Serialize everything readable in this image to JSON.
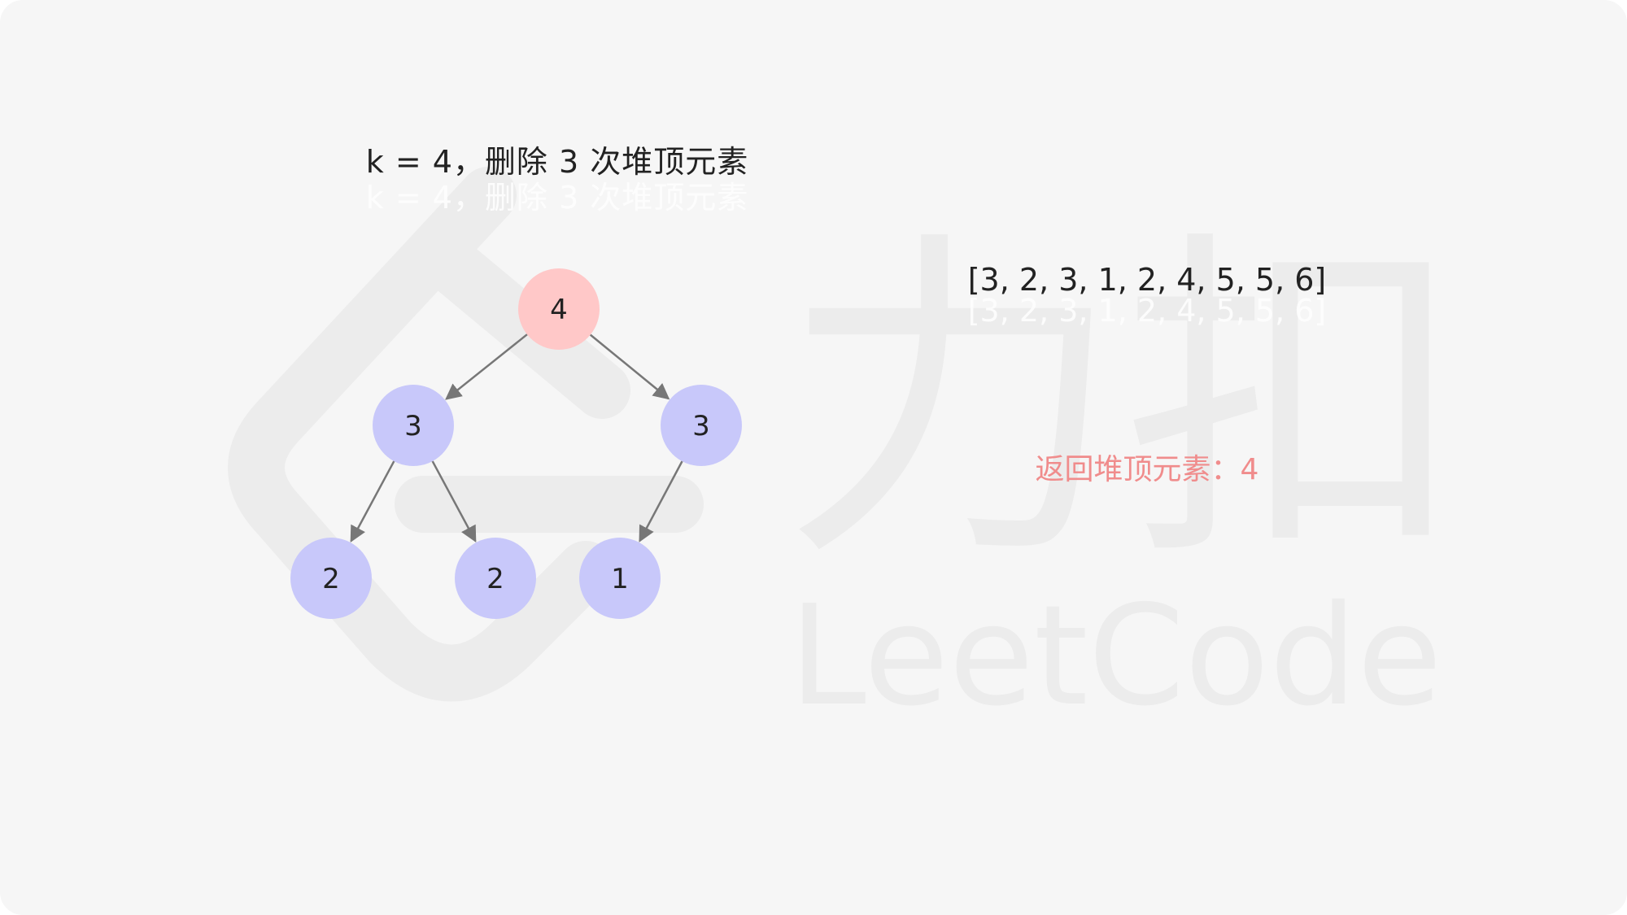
{
  "title": "k = 4，删除 3 次堆顶元素",
  "array_text": "[3, 2, 3, 1, 2, 4, 5, 5, 6]",
  "result_text": "返回堆顶元素：4",
  "watermark": {
    "brand_cn": "力扣",
    "brand_en": "LeetCode"
  },
  "colors": {
    "root": "#ffc8c8",
    "node": "#c8c8fa",
    "result": "#f08c8c",
    "edge": "#777777"
  },
  "tree": {
    "nodes": [
      {
        "id": "n0",
        "value": "4",
        "highlight": true
      },
      {
        "id": "n1",
        "value": "3",
        "highlight": false
      },
      {
        "id": "n2",
        "value": "3",
        "highlight": false
      },
      {
        "id": "n3",
        "value": "2",
        "highlight": false
      },
      {
        "id": "n4",
        "value": "2",
        "highlight": false
      },
      {
        "id": "n5",
        "value": "1",
        "highlight": false
      }
    ],
    "edges": [
      {
        "from": "n0",
        "to": "n1"
      },
      {
        "from": "n0",
        "to": "n2"
      },
      {
        "from": "n1",
        "to": "n3"
      },
      {
        "from": "n1",
        "to": "n4"
      },
      {
        "from": "n2",
        "to": "n5"
      }
    ]
  }
}
